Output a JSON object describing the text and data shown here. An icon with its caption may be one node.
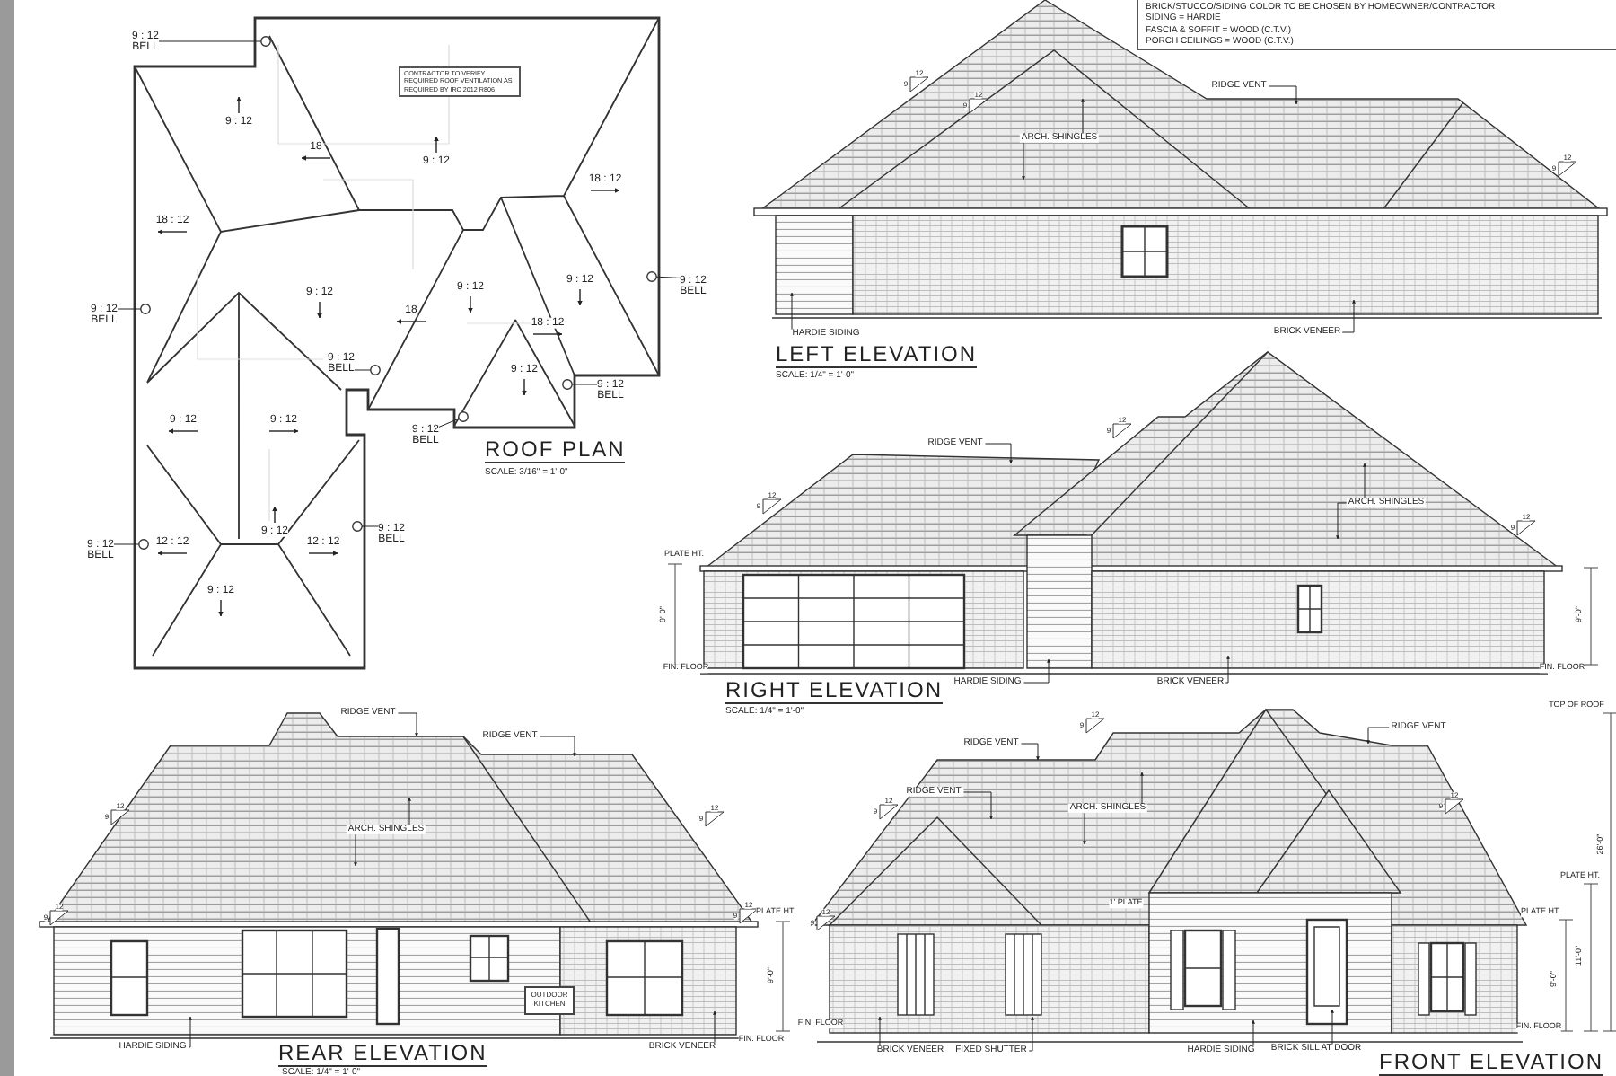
{
  "diagram": {
    "nodes": [
      {
        "text": [
          "BRICK/STUCCO/SIDING COLOR TO BE CHOSEN BY HOMEOWNER/CONTRACTOR",
          "SIDING = HARDIE",
          "FASCIA & SOFFIT = WOOD (C.T.V.)",
          "PORCH CEILINGS = WOOD (C.T.V.)"
        ]
      },
      {
        "text": [
          "CONTRACTOR TO VERIFY REQUIRED ROOF VENTILATION AS REQUIRED BY IRC 2012 R806"
        ]
      },
      {
        "text": [
          "9 : 12",
          "BELL"
        ]
      },
      {
        "text": [
          "9 : 12",
          "BELL"
        ]
      },
      {
        "text": [
          "9 : 12",
          "BELL"
        ]
      },
      {
        "text": [
          "9 : 12",
          "BELL"
        ]
      },
      {
        "text": [
          "9 : 12",
          "BELL"
        ]
      },
      {
        "text": [
          "9 : 12",
          "BELL"
        ]
      },
      {
        "text": [
          "9 : 12",
          "BELL"
        ]
      },
      {
        "text": [
          "9 : 12",
          "BELL"
        ]
      },
      {
        "text": [],
        "shape": "circle"
      },
      {
        "text": [],
        "shape": "circle"
      },
      {
        "text": [],
        "shape": "circle"
      },
      {
        "text": [],
        "shape": "circle"
      },
      {
        "text": [],
        "shape": "circle"
      },
      {
        "text": [],
        "shape": "circle"
      },
      {
        "text": [],
        "shape": "circle"
      },
      {
        "text": [],
        "shape": "circle"
      },
      {
        "text": [
          "RIDGE VENT"
        ]
      },
      {
        "text": [
          "ARCH. SHINGLES"
        ]
      },
      {
        "text": [
          "HARDIE SIDING"
        ]
      },
      {
        "text": [
          "BRICK VENEER"
        ]
      },
      {
        "text": [
          "RIDGE VENT"
        ]
      },
      {
        "text": [
          "ARCH. SHINGLES"
        ]
      },
      {
        "text": [
          "HARDIE SIDING"
        ]
      },
      {
        "text": [
          "BRICK VENEER"
        ]
      },
      {
        "text": [
          "RIDGE VENT"
        ]
      },
      {
        "text": [
          "RIDGE VENT"
        ]
      },
      {
        "text": [
          "ARCH. SHINGLES"
        ]
      },
      {
        "text": [
          "HARDIE SIDING"
        ]
      },
      {
        "text": [
          "BRICK VENEER"
        ]
      },
      {
        "text": [
          "RIDGE VENT"
        ]
      },
      {
        "text": [
          "RIDGE VENT"
        ]
      },
      {
        "text": [
          "RIDGE VENT"
        ]
      },
      {
        "text": [
          "ARCH. SHINGLES"
        ]
      },
      {
        "text": [
          "BRICK VENEER"
        ]
      },
      {
        "text": [
          "FIXED SHUTTER"
        ]
      },
      {
        "text": [
          "HARDIE SIDING"
        ]
      },
      {
        "text": [
          "BRICK SILL AT DOOR"
        ]
      },
      {
        "text": [
          "OUTDOOR KITCHEN"
        ]
      }
    ],
    "edges": [
      {
        "from": 2,
        "to": 10,
        "arrow": "none"
      },
      {
        "from": 3,
        "to": 11,
        "arrow": "none"
      },
      {
        "from": 4,
        "to": 12,
        "arrow": "none"
      },
      {
        "from": 5,
        "to": 13,
        "arrow": "none"
      },
      {
        "from": 6,
        "to": 14,
        "arrow": "none"
      },
      {
        "from": 7,
        "to": 15,
        "arrow": "none"
      },
      {
        "from": 8,
        "to": 16,
        "arrow": "none"
      },
      {
        "from": 9,
        "to": 17,
        "arrow": "none"
      },
      {
        "from": 18,
        "to": null,
        "arrow": "to"
      },
      {
        "from": 19,
        "to": null,
        "arrow": "to"
      },
      {
        "from": 19,
        "to": null,
        "arrow": "to"
      },
      {
        "from": 20,
        "to": null,
        "arrow": "to"
      },
      {
        "from": 21,
        "to": null,
        "arrow": "to"
      },
      {
        "from": 22,
        "to": null,
        "arrow": "to"
      },
      {
        "from": 23,
        "to": null,
        "arrow": "to"
      },
      {
        "from": 23,
        "to": null,
        "arrow": "to"
      },
      {
        "from": 24,
        "to": null,
        "arrow": "to"
      },
      {
        "from": 25,
        "to": null,
        "arrow": "to"
      },
      {
        "from": 26,
        "to": null,
        "arrow": "to"
      },
      {
        "from": 27,
        "to": null,
        "arrow": "to"
      },
      {
        "from": 28,
        "to": null,
        "arrow": "to"
      },
      {
        "from": 28,
        "to": null,
        "arrow": "to"
      },
      {
        "from": 29,
        "to": null,
        "arrow": "to"
      },
      {
        "from": 30,
        "to": null,
        "arrow": "to"
      },
      {
        "from": 31,
        "to": null,
        "arrow": "to"
      },
      {
        "from": 32,
        "to": null,
        "arrow": "to"
      },
      {
        "from": 33,
        "to": null,
        "arrow": "to"
      },
      {
        "from": 34,
        "to": null,
        "arrow": "to"
      },
      {
        "from": 34,
        "to": null,
        "arrow": "to"
      },
      {
        "from": 35,
        "to": null,
        "arrow": "to"
      },
      {
        "from": 36,
        "to": null,
        "arrow": "to"
      },
      {
        "from": 37,
        "to": null,
        "arrow": "to"
      },
      {
        "from": 38,
        "to": null,
        "arrow": "to"
      }
    ],
    "labels": [
      "ROOF PLAN",
      "SCALE: 3/16\" = 1'-0\"",
      "LEFT ELEVATION",
      "SCALE: 1/4\" = 1'-0\"",
      "RIGHT ELEVATION",
      "SCALE: 1/4\" = 1'-0\"",
      "REAR ELEVATION",
      "SCALE: 1/4\" = 1'-0\"",
      "FRONT ELEVATION",
      "9 : 12",
      "18",
      "9 : 12",
      "18 : 12",
      "18 : 12",
      "9 : 12",
      "9 : 12",
      "9 : 12",
      "18",
      "18 : 12",
      "9 : 12",
      "9 : 12",
      "9 : 12",
      "9 : 12",
      "12 : 12",
      "12 : 12",
      "9 : 12",
      "PLATE HT.",
      "9'-0\"",
      "FIN. FLOOR",
      "9'-0\"",
      "FIN. FLOOR",
      "PLATE HT.",
      "9'-0\"",
      "FIN. FLOOR",
      "TOP OF ROOF",
      "PLATE HT.",
      "PLATE HT.",
      "1' PLATE",
      "FIN. FLOOR",
      "FIN. FLOOR",
      "9'-0\"",
      "11'-0\"",
      "26'-0\"",
      "12",
      "9",
      "12",
      "9",
      "12",
      "9",
      "12",
      "9",
      "12",
      "9",
      "12",
      "9",
      "12",
      "9",
      "12",
      "9",
      "12",
      "9",
      "12",
      "9",
      "12",
      "9",
      "12",
      "9",
      "12",
      "9",
      "12",
      "9"
    ]
  }
}
